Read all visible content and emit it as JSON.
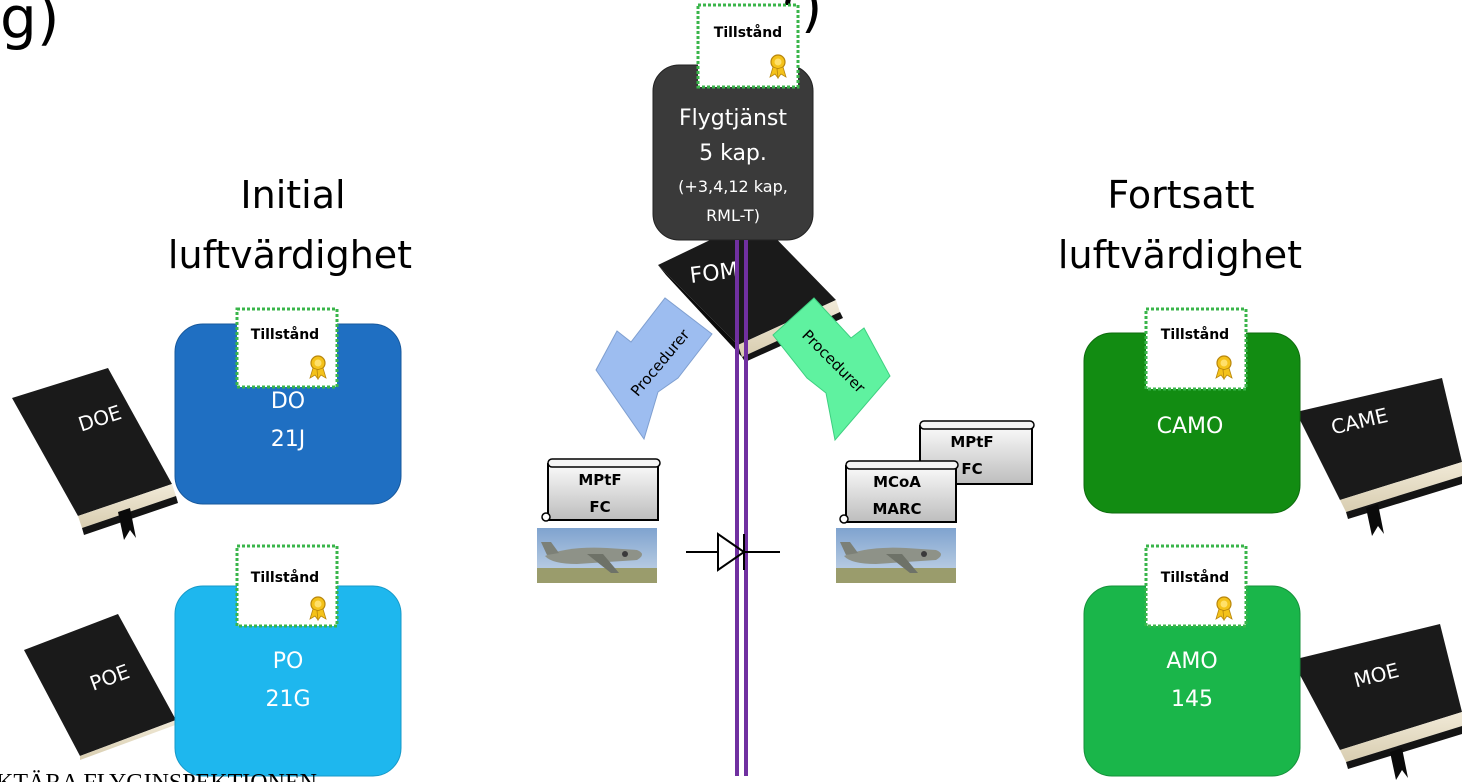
{
  "title_fragment_left": "g)",
  "title_fragment_center": "()",
  "footer_fragment": "KTÄRA FLYGINSPEKTIONEN",
  "headings": {
    "initial": [
      "Initial",
      "luftvärdighet"
    ],
    "continued": [
      "Fortsatt",
      "luftvärdighet"
    ]
  },
  "certificate_label": "Tillstånd",
  "organizations": {
    "flygtjanst": {
      "lines": [
        "Flygtjänst",
        "5 kap."
      ],
      "sub": [
        "(+3,4,12 kap,",
        "RML-T)"
      ],
      "color": "#3a3a3a"
    },
    "do": {
      "lines": [
        "DO",
        "21J"
      ],
      "color": "#1f6fc2"
    },
    "po": {
      "lines": [
        "PO",
        "21G"
      ],
      "color": "#1eb7ee"
    },
    "camo": {
      "lines": [
        "CAMO"
      ],
      "color": "#128c12"
    },
    "amo": {
      "lines": [
        "AMO",
        "145"
      ],
      "color": "#1ab64a"
    }
  },
  "manuals": {
    "fom": "FOM",
    "doe": "DOE",
    "poe": "POE",
    "came": "CAME",
    "moe": "MOE"
  },
  "arrows": {
    "left_label": "Procedurer",
    "right_label": "Procedurer",
    "left_color": "#9dbdf0",
    "right_color": "#5ff2a0"
  },
  "scrolls": {
    "left": [
      "MPtF",
      "FC"
    ],
    "right_back": [
      "MPtF",
      "FC"
    ],
    "right_front": [
      "MCoA",
      "MARC"
    ]
  },
  "line_color": "#7030a0"
}
